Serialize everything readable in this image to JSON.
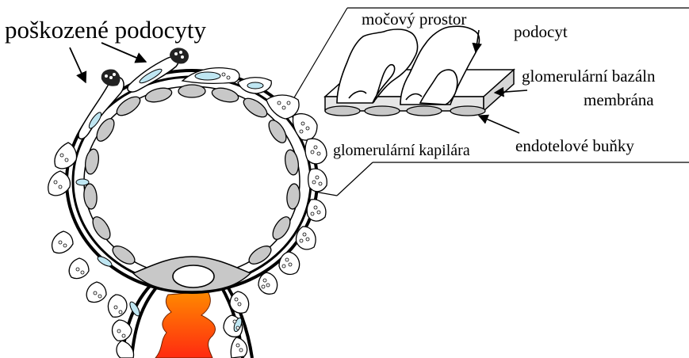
{
  "labels": {
    "damaged_podocytes": "poškozené podocyty",
    "urinary_space": "močový prostor",
    "podocyte": "podocyt",
    "gbm_line1": "glomerulární bazáln",
    "gbm_line2": "membrána",
    "endothelial_cells": "endotelové buňky",
    "glomerular_capillary": "glomerulární kapilára"
  },
  "colors": {
    "outline": "#000000",
    "endothelial_gray": "#c8c8c8",
    "membrane_fill": "#e6e6e6",
    "podocyte_nucleus_blue": "#bfe6f2",
    "vessel_gradient_top": "#ff8a00",
    "vessel_gradient_bottom": "#ff2a10"
  }
}
